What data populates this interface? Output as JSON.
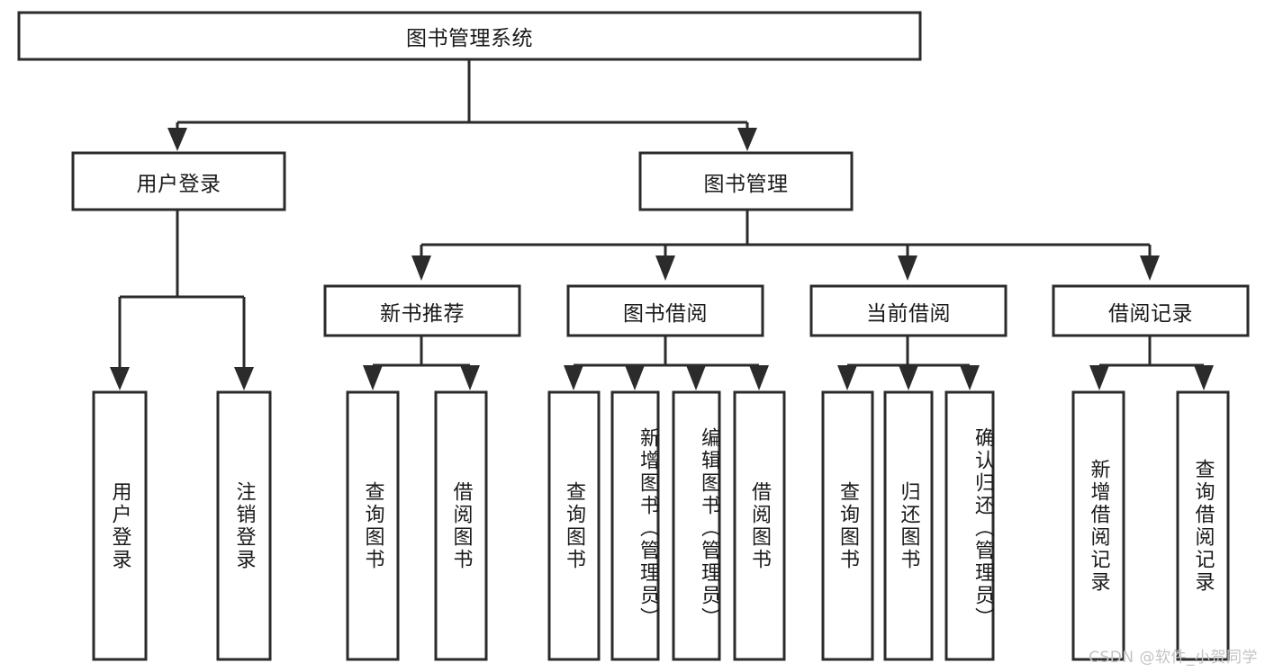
{
  "diagram": {
    "title": "图书管理系统",
    "type": "tree-hierarchy-diagram",
    "background_color": "#ffffff",
    "line_color": "#2b2b2b",
    "text_color": "#1a1a1a",
    "watermark": "CSDN @软件_小贺同学",
    "watermark_color": "#c3c3c3"
  },
  "root": {
    "label": "图书管理系统"
  },
  "level2": [
    {
      "label": "用户登录"
    },
    {
      "label": "图书管理"
    }
  ],
  "level3": [
    {
      "label": "新书推荐"
    },
    {
      "label": "图书借阅"
    },
    {
      "label": "当前借阅"
    },
    {
      "label": "借阅记录"
    }
  ],
  "leaves": {
    "user_login": [
      {
        "label": "用户登录"
      },
      {
        "label": "注销登录"
      }
    ],
    "new_book_recommend": [
      {
        "label": "查询图书"
      },
      {
        "label": "借阅图书"
      }
    ],
    "book_borrow": [
      {
        "label": "查询图书"
      },
      {
        "label": "新增图书（管理员）"
      },
      {
        "label": "编辑图书（管理员）"
      },
      {
        "label": "借阅图书"
      }
    ],
    "current_borrow": [
      {
        "label": "查询图书"
      },
      {
        "label": "归还图书"
      },
      {
        "label": "确认归还（管理员）"
      }
    ],
    "borrow_record": [
      {
        "label": "新增借阅记录"
      },
      {
        "label": "查询借阅记录"
      }
    ]
  }
}
